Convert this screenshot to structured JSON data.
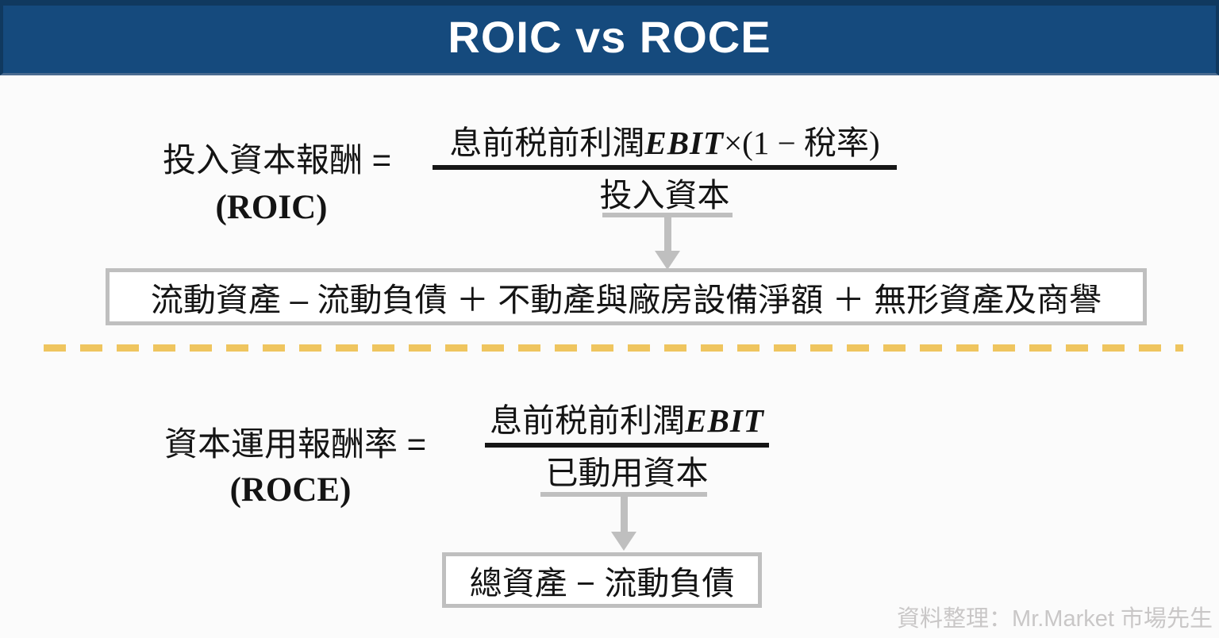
{
  "title": "ROIC vs ROCE",
  "colors": {
    "header_bg": "#154A7D",
    "header_text": "#FFFFFF",
    "connector_gray": "#BFBFBF",
    "box_border_gray": "#BFBFBF",
    "divider_gold": "#EFC55F",
    "credit_gray": "#C9C7C7",
    "text_black": "#141414"
  },
  "roic": {
    "label": "投入資本報酬 =",
    "abbr": "(ROIC)",
    "numerator": {
      "text1": "息前税前利潤",
      "var": "EBIT",
      "op": "×(1 − ",
      "text2": "稅率",
      "close": ")"
    },
    "denominator": "投入資本",
    "expansion": "流動資產 – 流動負債 ＋ 不動產與廠房設備淨額 ＋ 無形資產及商譽"
  },
  "roce": {
    "label": "資本運用報酬率 =",
    "abbr": "(ROCE)",
    "numerator": {
      "text1": "息前税前利潤",
      "var": "EBIT"
    },
    "denominator": "已動用資本",
    "expansion": "總資產 − 流動負債"
  },
  "credit": "資料整理：Mr.Market 市場先生"
}
